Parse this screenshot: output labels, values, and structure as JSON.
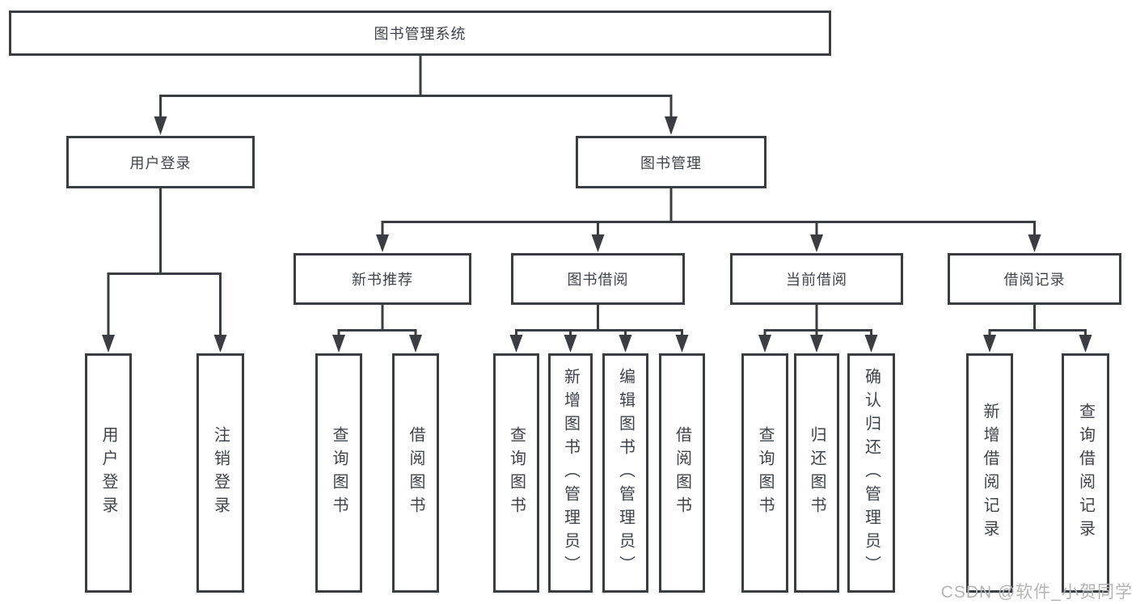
{
  "diagram_title": "图书管理系统",
  "tree": {
    "root": {
      "label": "图书管理系统"
    },
    "branches": [
      {
        "label": "用户登录",
        "children": [
          {
            "label": "用户登录"
          },
          {
            "label": "注销登录"
          }
        ]
      },
      {
        "label": "图书管理",
        "children": [
          {
            "label": "新书推荐",
            "children": [
              {
                "label": "查询图书"
              },
              {
                "label": "借阅图书"
              }
            ]
          },
          {
            "label": "图书借阅",
            "children": [
              {
                "label": "查询图书"
              },
              {
                "label": "新增图书（管理员）"
              },
              {
                "label": "编辑图书（管理员）"
              },
              {
                "label": "借阅图书"
              }
            ]
          },
          {
            "label": "当前借阅",
            "children": [
              {
                "label": "查询图书"
              },
              {
                "label": "归还图书"
              },
              {
                "label": "确认归还（管理员）"
              }
            ]
          },
          {
            "label": "借阅记录",
            "children": [
              {
                "label": "新增借阅记录"
              },
              {
                "label": "查询借阅记录"
              }
            ]
          }
        ]
      }
    ]
  },
  "watermark": "CSDN @软件_小贺同学",
  "colors": {
    "line": "#3a3d41",
    "text": "#3e434b",
    "background": "#ffffff",
    "watermark": "#b4b4b4"
  }
}
